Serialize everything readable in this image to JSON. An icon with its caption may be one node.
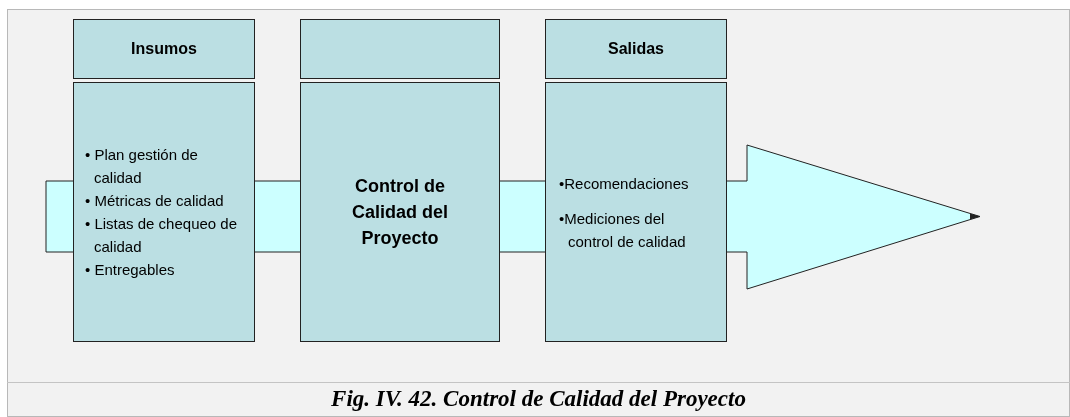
{
  "diagram": {
    "caption": "Fig. IV. 42. Control de Calidad del Proyecto",
    "nodes": [
      {
        "text": [
          "Insumos"
        ]
      },
      {
        "text": [
          "• Plan gestión de calidad",
          "• Métricas de calidad",
          "• Listas de chequeo de calidad",
          "• Entregables"
        ]
      },
      {
        "text": [],
        "shape": "box"
      },
      {
        "text": [
          "Control de Calidad del Proyecto"
        ]
      },
      {
        "text": [
          "Salidas"
        ]
      },
      {
        "text": [
          "•Recomendaciones",
          "•Mediciones del control de calidad"
        ]
      }
    ],
    "edges": [
      {
        "from": null,
        "to": 1,
        "arrow": "none"
      },
      {
        "from": 1,
        "to": 3,
        "arrow": "none"
      },
      {
        "from": 3,
        "to": 5,
        "arrow": "none"
      },
      {
        "from": 5,
        "to": null,
        "arrow": "to"
      }
    ]
  }
}
